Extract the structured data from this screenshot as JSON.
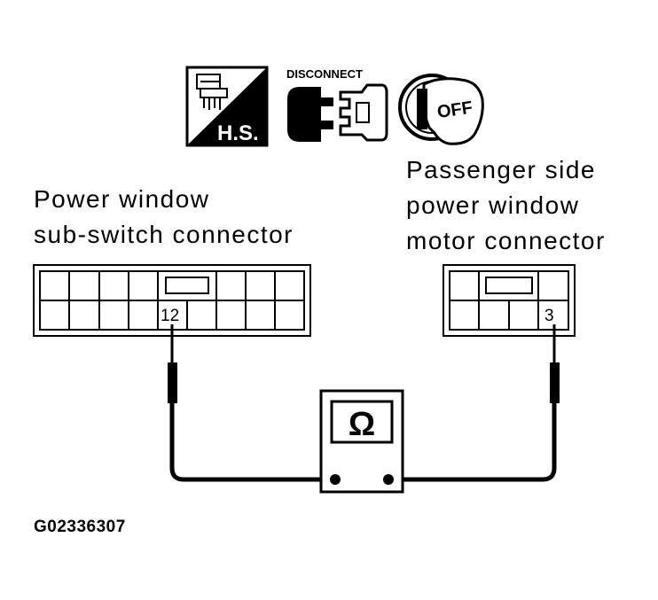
{
  "icons": {
    "harness_icon": "harness-sub-assembly-icon",
    "hs_label": "H.S.",
    "disconnect_label": "DISCONNECT",
    "disconnect_icon": "connector-disconnect-icon",
    "ignition_label": "OFF",
    "ignition_icon": "ignition-key-off-icon"
  },
  "left_connector": {
    "label_line1": "Power window",
    "label_line2": "sub-switch connector",
    "terminal": "12"
  },
  "right_connector": {
    "label_line1": "Passenger side",
    "label_line2": "power window",
    "label_line3": "motor connector",
    "terminal": "3"
  },
  "meter": {
    "symbol": "Ω",
    "icon": "ohmmeter-icon"
  },
  "figure_code": "G02336307"
}
